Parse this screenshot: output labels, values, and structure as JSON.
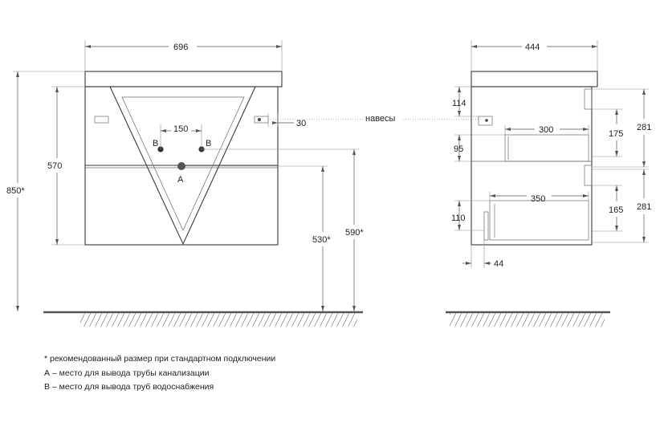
{
  "dimensions": {
    "front_width": "696",
    "side_depth": "444",
    "total_height": "850*",
    "cabinet_height": "570",
    "drain_height": "530*",
    "supply_height": "590*",
    "pipe_spacing": "150",
    "hanger_offset": "30",
    "hanger_height": "114",
    "upper_drawer_width": "300",
    "upper_drawer_height": "95",
    "upper_drawer_depth": "175",
    "upper_section": "281",
    "lower_drawer_width": "350",
    "lower_drawer_height": "110",
    "lower_drawer_depth": "165",
    "lower_section": "281",
    "plinth_offset": "44"
  },
  "labels": {
    "point_a": "A",
    "point_b_left": "B",
    "point_b_right": "B",
    "hangers": "навесы"
  },
  "notes": [
    "* рекомендованный размер при стандартном подключении",
    "А – место для вывода трубы канализации",
    "В – место для вывода труб водоснабжения"
  ]
}
